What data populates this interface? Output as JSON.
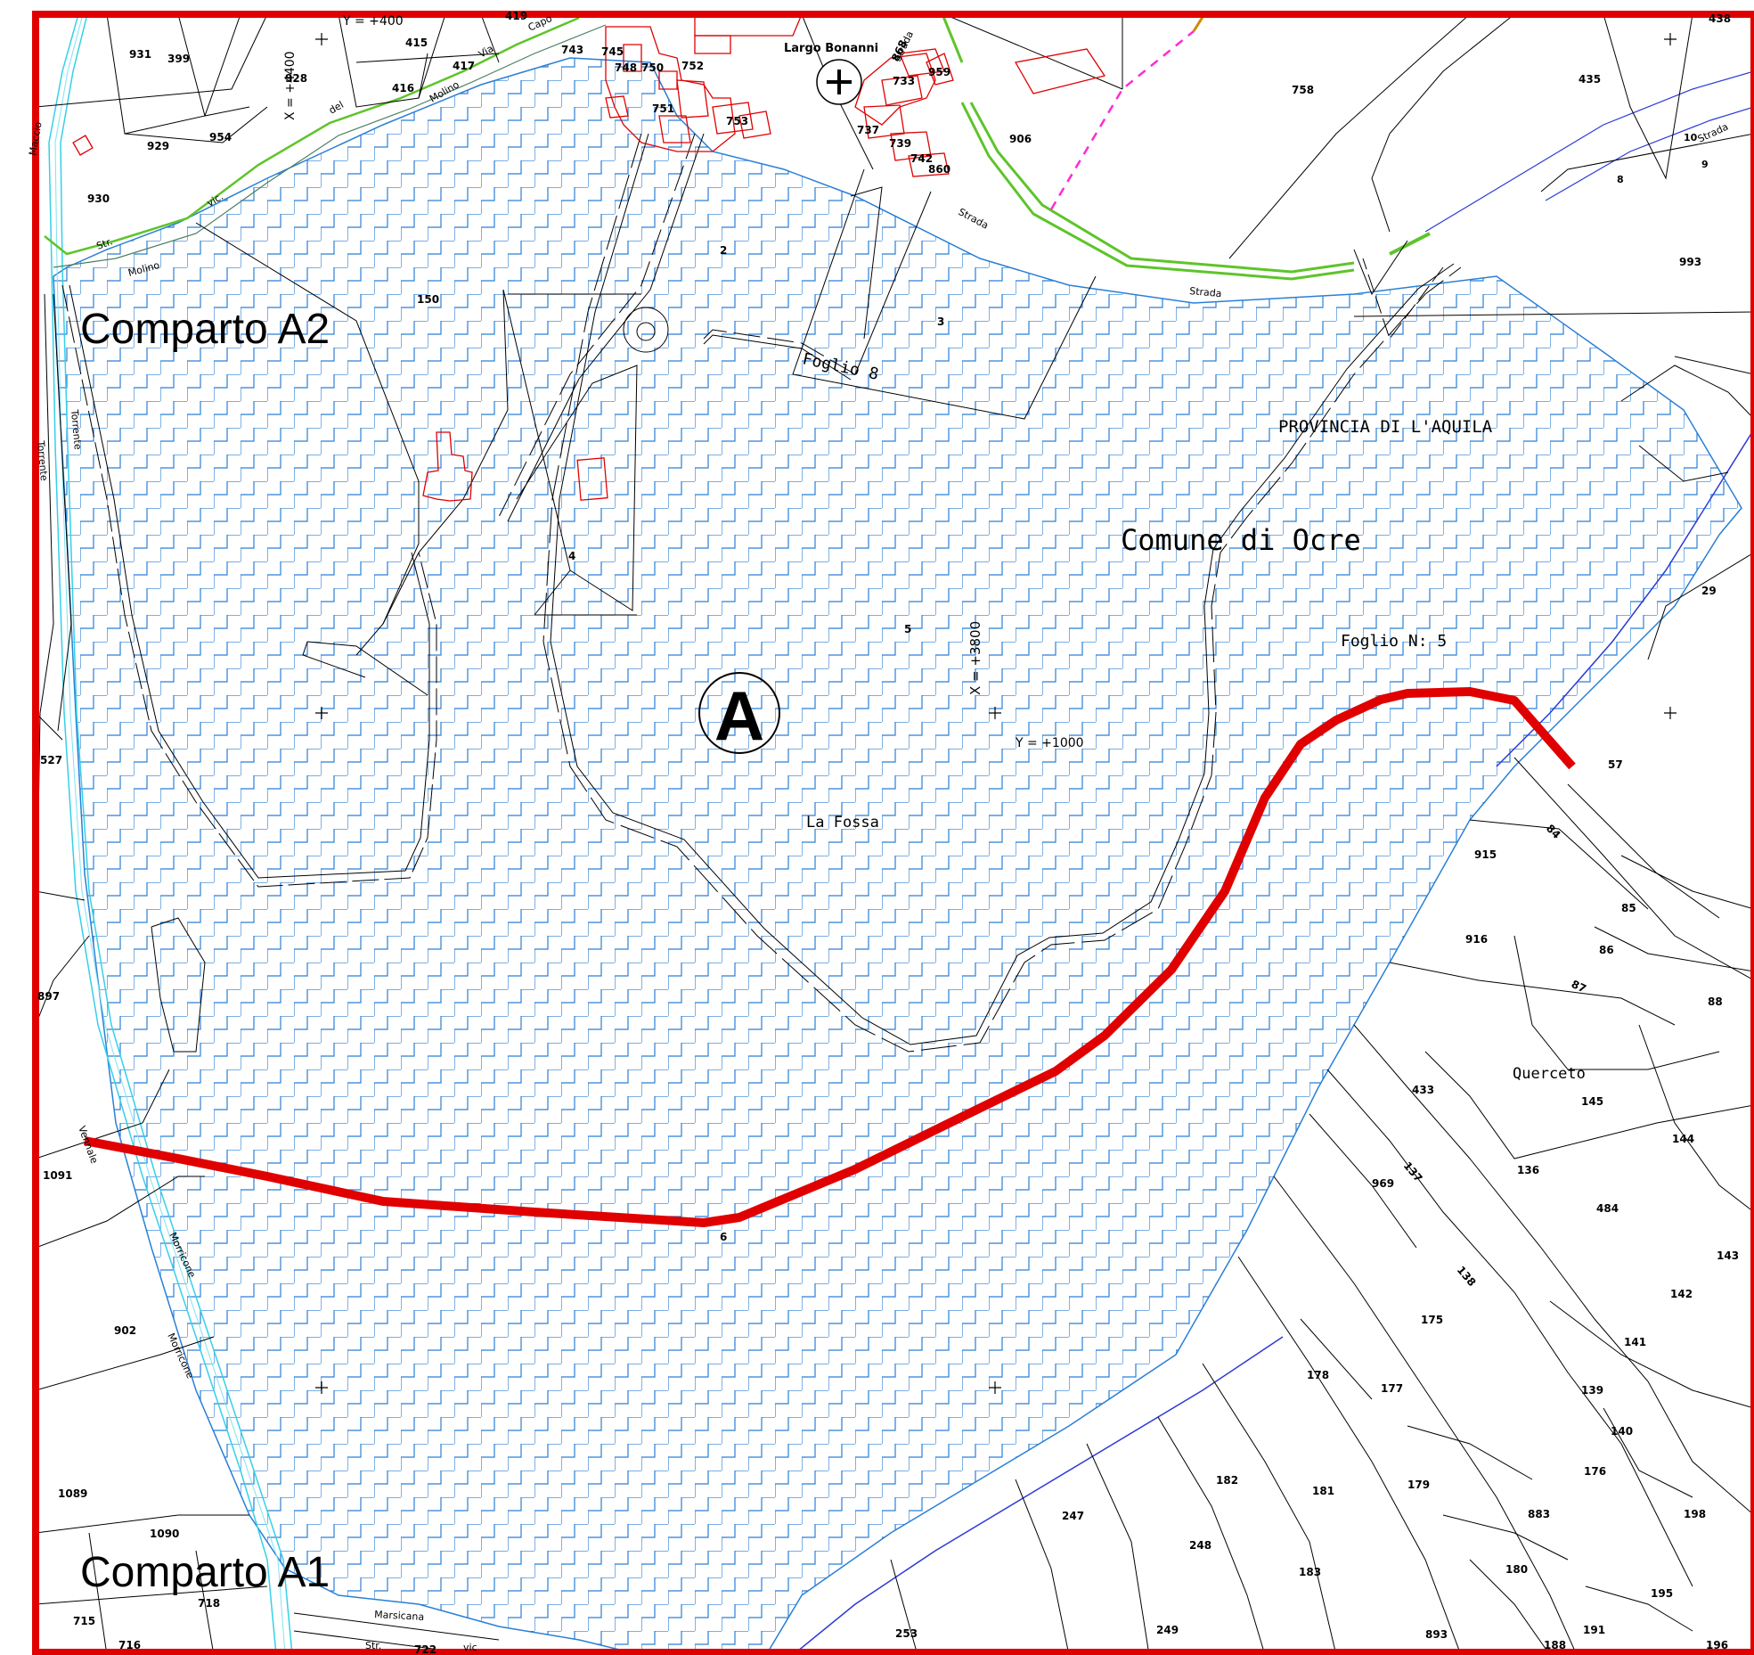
{
  "map": {
    "sectors": {
      "a2": "Comparto A2",
      "a1": "Comparto A1",
      "a": "A"
    },
    "admin": {
      "province": "PROVINCIA DI L'AQUILA",
      "municipality": "Comune di Ocre",
      "sheet": "Foglio N: 5",
      "sheet8": "Foglio 8"
    },
    "places": {
      "la_fossa": "La Fossa",
      "querceto": "Querceto",
      "largo_bonanni": "Largo Bonanni"
    },
    "coords": {
      "x": "X = +3800",
      "y": "Y = +1000",
      "y_top": "Y = +400",
      "x_top": "X = +4400"
    },
    "streets": {
      "strada_1": "Strada",
      "strada_2": "Strada",
      "strada_3": "Strada",
      "strada_4": "Strada",
      "str": "Str.",
      "molino": "Molino",
      "vic": "vic.",
      "del": "del",
      "molino2": "Molino",
      "via": "Via",
      "capo": "Capo",
      "torrente": "Torrente",
      "torrente2": "Torrente",
      "marricone": "Morricone",
      "marricone2": "Morricone",
      "vennale": "Vennale",
      "marsicana": "Marsicana",
      "str2": "Str.",
      "vic2": "vic",
      "maccio": "Maccio"
    },
    "colors": {
      "frame": "#e00000",
      "hatch": "#2a7fd6",
      "river": "#35d0e8",
      "road_green": "#5ec42a",
      "boundary_line": "#e00000"
    },
    "parcels": [
      {
        "id": "p931",
        "label": "931"
      },
      {
        "id": "p399",
        "label": "399"
      },
      {
        "id": "p928",
        "label": "928"
      },
      {
        "id": "p929",
        "label": "929"
      },
      {
        "id": "p954",
        "label": "954"
      },
      {
        "id": "p930",
        "label": "930"
      },
      {
        "id": "p415",
        "label": "415"
      },
      {
        "id": "p417",
        "label": "417"
      },
      {
        "id": "p416",
        "label": "416"
      },
      {
        "id": "p743",
        "label": "743"
      },
      {
        "id": "p745",
        "label": "745"
      },
      {
        "id": "p748",
        "label": "748"
      },
      {
        "id": "p750",
        "label": "750"
      },
      {
        "id": "p752",
        "label": "752"
      },
      {
        "id": "p753",
        "label": "753"
      },
      {
        "id": "p751",
        "label": "751"
      },
      {
        "id": "p758",
        "label": "758"
      },
      {
        "id": "p435",
        "label": "435"
      },
      {
        "id": "p906",
        "label": "906"
      },
      {
        "id": "p993",
        "label": "993"
      },
      {
        "id": "p150",
        "label": "150"
      },
      {
        "id": "p2",
        "label": "2"
      },
      {
        "id": "p3",
        "label": "3"
      },
      {
        "id": "p4",
        "label": "4"
      },
      {
        "id": "p5",
        "label": "5"
      },
      {
        "id": "p6",
        "label": "6"
      },
      {
        "id": "p29",
        "label": "29"
      },
      {
        "id": "p57",
        "label": "57"
      },
      {
        "id": "p84",
        "label": "84"
      },
      {
        "id": "p915",
        "label": "915"
      },
      {
        "id": "p85",
        "label": "85"
      },
      {
        "id": "p916",
        "label": "916"
      },
      {
        "id": "p86",
        "label": "86"
      },
      {
        "id": "p87",
        "label": "87"
      },
      {
        "id": "p88",
        "label": "88"
      },
      {
        "id": "p433",
        "label": "433"
      },
      {
        "id": "p145",
        "label": "145"
      },
      {
        "id": "p144",
        "label": "144"
      },
      {
        "id": "p137",
        "label": "137"
      },
      {
        "id": "p969",
        "label": "969"
      },
      {
        "id": "p136",
        "label": "136"
      },
      {
        "id": "p484",
        "label": "484"
      },
      {
        "id": "p138",
        "label": "138"
      },
      {
        "id": "p143",
        "label": "143"
      },
      {
        "id": "p175",
        "label": "175"
      },
      {
        "id": "p142",
        "label": "142"
      },
      {
        "id": "p141",
        "label": "141"
      },
      {
        "id": "p178",
        "label": "178"
      },
      {
        "id": "p177",
        "label": "177"
      },
      {
        "id": "p139",
        "label": "139"
      },
      {
        "id": "p140",
        "label": "140"
      },
      {
        "id": "p176",
        "label": "176"
      },
      {
        "id": "p182",
        "label": "182"
      },
      {
        "id": "p181",
        "label": "181"
      },
      {
        "id": "p179",
        "label": "179"
      },
      {
        "id": "p247",
        "label": "247"
      },
      {
        "id": "p883",
        "label": "883"
      },
      {
        "id": "p198",
        "label": "198"
      },
      {
        "id": "p248",
        "label": "248"
      },
      {
        "id": "p183",
        "label": "183"
      },
      {
        "id": "p180",
        "label": "180"
      },
      {
        "id": "p195",
        "label": "195"
      },
      {
        "id": "p253",
        "label": "253"
      },
      {
        "id": "p249",
        "label": "249"
      },
      {
        "id": "p893",
        "label": "893"
      },
      {
        "id": "p191",
        "label": "191"
      },
      {
        "id": "p188",
        "label": "188"
      },
      {
        "id": "p196",
        "label": "196"
      },
      {
        "id": "p527",
        "label": "527"
      },
      {
        "id": "p897",
        "label": "897"
      },
      {
        "id": "p1091",
        "label": "1091"
      },
      {
        "id": "p902",
        "label": "902"
      },
      {
        "id": "p1089",
        "label": "1089"
      },
      {
        "id": "p1090",
        "label": "1090"
      },
      {
        "id": "p715",
        "label": "715"
      },
      {
        "id": "p718",
        "label": "718"
      },
      {
        "id": "p716",
        "label": "716"
      },
      {
        "id": "p722",
        "label": "722"
      },
      {
        "id": "p10",
        "label": "10"
      },
      {
        "id": "p8",
        "label": "8"
      },
      {
        "id": "p9",
        "label": "9"
      },
      {
        "id": "p438",
        "label": "438"
      },
      {
        "id": "p419",
        "label": "419"
      },
      {
        "id": "p733",
        "label": "733"
      },
      {
        "id": "p868",
        "label": "868"
      },
      {
        "id": "p959",
        "label": "959"
      },
      {
        "id": "p739",
        "label": "739"
      },
      {
        "id": "p737",
        "label": "737"
      },
      {
        "id": "p742",
        "label": "742"
      },
      {
        "id": "p860",
        "label": "860"
      }
    ]
  }
}
